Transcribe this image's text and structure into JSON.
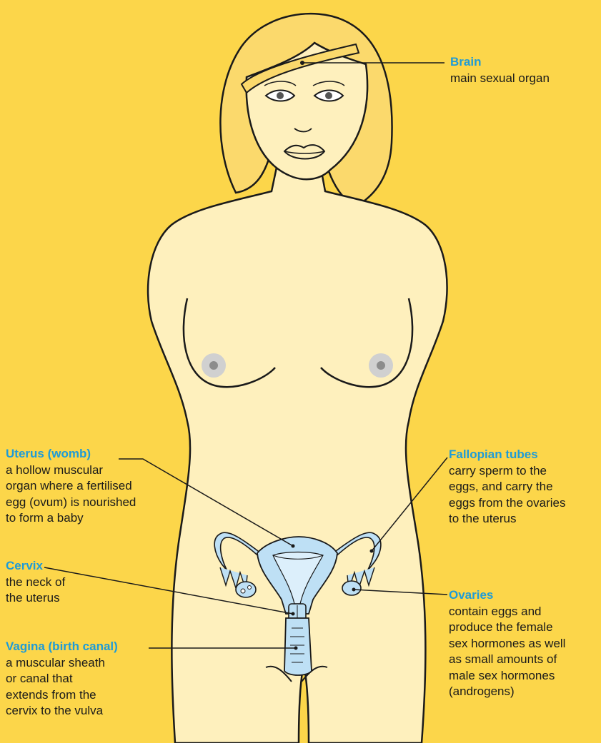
{
  "labels": {
    "brain": {
      "title": "Brain",
      "desc": "main sexual organ"
    },
    "uterus": {
      "title": "Uterus (womb)",
      "desc": "a hollow muscular\norgan where a fertilised\negg (ovum) is nourished\nto form a baby"
    },
    "cervix": {
      "title": "Cervix",
      "desc": "the neck of\nthe uterus"
    },
    "vagina": {
      "title": "Vagina (birth canal)",
      "desc": "a muscular sheath\nor canal that\nextends from the\ncervix to the vulva"
    },
    "fallopian": {
      "title": "Fallopian tubes",
      "desc": "carry sperm to the\neggs, and carry the\neggs from the ovaries\nto the uterus"
    },
    "ovaries": {
      "title": "Ovaries",
      "desc": "contain eggs and\nproduce the female\nsex hormones as well\nas small amounts of\nmale sex hormones\n(androgens)"
    }
  },
  "colors": {
    "background": "#FCD64A",
    "skin": "#FEF0BD",
    "hair": "#FBD96C",
    "organ": "#BEE0F5",
    "label_title": "#1E9BD7",
    "outline": "#1a1a1a"
  }
}
